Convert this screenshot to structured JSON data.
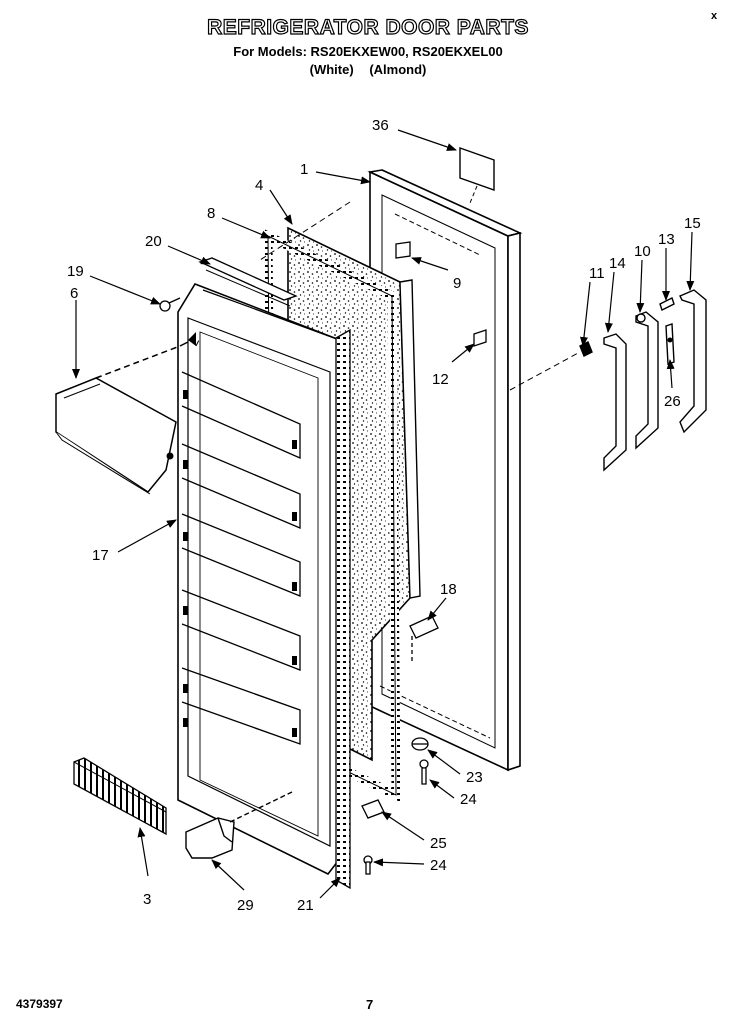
{
  "header": {
    "title": "REFRIGERATOR DOOR PARTS",
    "models_line": "For Models: RS20EKXEW00, RS20EKXEL00",
    "variant_white": "(White)",
    "variant_almond": "(Almond)"
  },
  "corner_mark": "x",
  "footer": {
    "doc_number": "4379397",
    "page_number": "7"
  },
  "callouts": {
    "c1": "1",
    "c3": "3",
    "c4": "4",
    "c6": "6",
    "c8": "8",
    "c9": "9",
    "c10": "10",
    "c11": "11",
    "c12": "12",
    "c13": "13",
    "c14": "14",
    "c15": "15",
    "c17": "17",
    "c18": "18",
    "c19": "19",
    "c20": "20",
    "c21": "21",
    "c23": "23",
    "c24a": "24",
    "c24b": "24",
    "c25": "25",
    "c26": "26",
    "c29": "29",
    "c36": "36"
  }
}
